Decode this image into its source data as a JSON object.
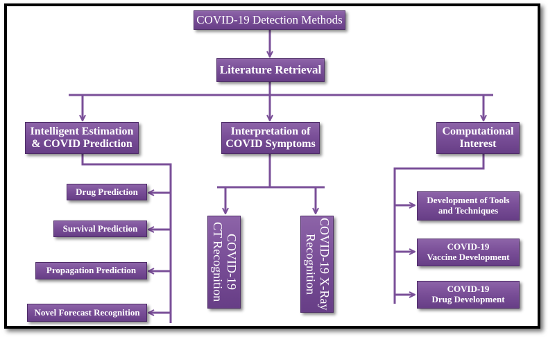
{
  "colors": {
    "box_fill": "#7a4f98",
    "box_border": "#4e2c68",
    "line": "#7a4f98",
    "frame": "#000000",
    "text": "#ffffff"
  },
  "nodes": {
    "root": "COVID-19 Detection Methods",
    "literature": "Literature Retrieval",
    "intelligent": "Intelligent Estimation\n& COVID Prediction",
    "interpretation": "Interpretation of\nCOVID Symptoms",
    "computational": "Computational\nInterest",
    "drug_prediction": "Drug Prediction",
    "survival_prediction": "Survival Prediction",
    "propagation_prediction": "Propagation Prediction",
    "novel_forecast": "Novel Forecast Recognition",
    "ct_recognition": "COVID-19\nCT Recognition",
    "xray_recognition": "COVID-19 X-Ray\nRecognition",
    "tools_techniques": "Development of Tools\nand Techniques",
    "vaccine_development": "COVID-19\nVaccine Development",
    "drug_development": "COVID-19\nDrug Development"
  }
}
